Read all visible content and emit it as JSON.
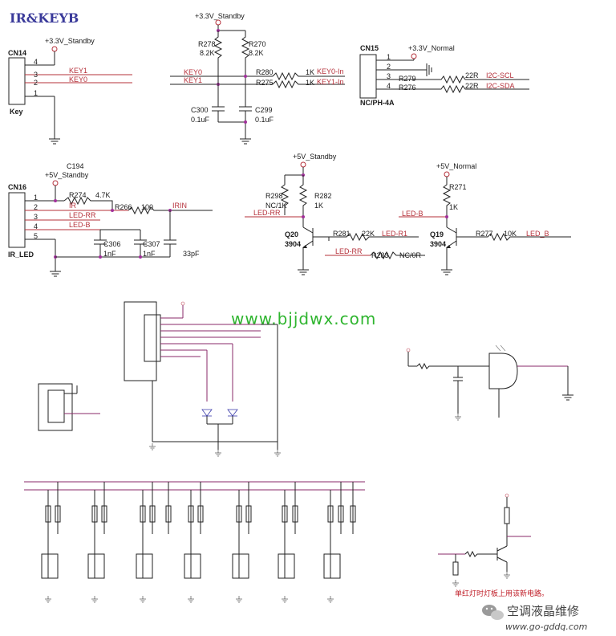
{
  "title": "IR&KEYB",
  "website": "www.bjjdwx.com",
  "note": "单红灯时灯板上用该新电路。",
  "brand": {
    "name": "空调液晶维修",
    "url": "www.go-gddq.com"
  },
  "cn14": {
    "ref": "CN14",
    "name": "Key",
    "supply": "+3.3V_Standby",
    "pins": [
      "4",
      "3",
      "2",
      "1"
    ],
    "nets": [
      "KEY1",
      "KEY0"
    ]
  },
  "mid_block": {
    "supply": "+3.3V_Standby",
    "r278": {
      "ref": "R278",
      "val": "8.2K"
    },
    "r270": {
      "ref": "R270",
      "val": "8.2K"
    },
    "r280": {
      "ref": "R280",
      "val": "1K",
      "net": "KEY0-In"
    },
    "r275": {
      "ref": "R275",
      "val": "1K",
      "net": "KEY1-In"
    },
    "nets": [
      "KEY0",
      "KEY1"
    ],
    "c300": {
      "ref": "C300",
      "val": "0.1uF"
    },
    "c299": {
      "ref": "C299",
      "val": "0.1uF"
    }
  },
  "cn15": {
    "ref": "CN15",
    "name": "NC/PH-4A",
    "supply": "+3.3V_Normal",
    "pins": [
      "1",
      "2",
      "3",
      "4"
    ],
    "r279": {
      "ref": "R279",
      "val": "22R",
      "net": "I2C-SCL"
    },
    "r276": {
      "ref": "R276",
      "val": "22R",
      "net": "I2C-SDA"
    }
  },
  "cn16": {
    "ref": "CN16",
    "name": "IR_LED",
    "supply": "+5V_Standby",
    "cap": "C194",
    "pins": [
      "1",
      "2",
      "3",
      "4",
      "5"
    ],
    "r274": {
      "ref": "R274",
      "val": "4.7K"
    },
    "r266": {
      "ref": "R266",
      "val": "100"
    },
    "nets": [
      "IR",
      "LED-RR",
      "LED-B",
      "IRIN"
    ],
    "c306": {
      "ref": "C306",
      "val": "1nF"
    },
    "c307": {
      "ref": "C307",
      "val": "1nF"
    },
    "c_extra": "33pF"
  },
  "q20": {
    "supply": "+5V_Standby",
    "r298": {
      "ref": "R298",
      "val": "NC/1K"
    },
    "r282": {
      "ref": "R282",
      "val": "1K"
    },
    "net_in": "LED-RR",
    "ref": "Q20",
    "part": "3904",
    "r281": {
      "ref": "R281",
      "val": "22K",
      "net": "LED-R1"
    },
    "r283": {
      "ref": "R283",
      "val": "NC/0R",
      "net": "LED-RR"
    }
  },
  "q19": {
    "supply": "+5V_Normal",
    "r271": {
      "ref": "R271",
      "val": "1K"
    },
    "net_in": "LED-B",
    "ref": "Q19",
    "part": "3904",
    "r277": {
      "ref": "R277",
      "val": "10K",
      "net": "LED_B"
    }
  }
}
